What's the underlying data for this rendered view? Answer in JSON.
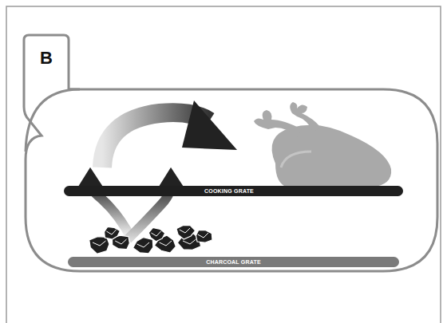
{
  "diagram": {
    "nodes": [
      {
        "text": [
          "B"
        ]
      },
      {
        "text": [
          "COOKING GRATE"
        ]
      },
      {
        "text": [
          "CHARCOAL GRATE"
        ]
      }
    ]
  }
}
